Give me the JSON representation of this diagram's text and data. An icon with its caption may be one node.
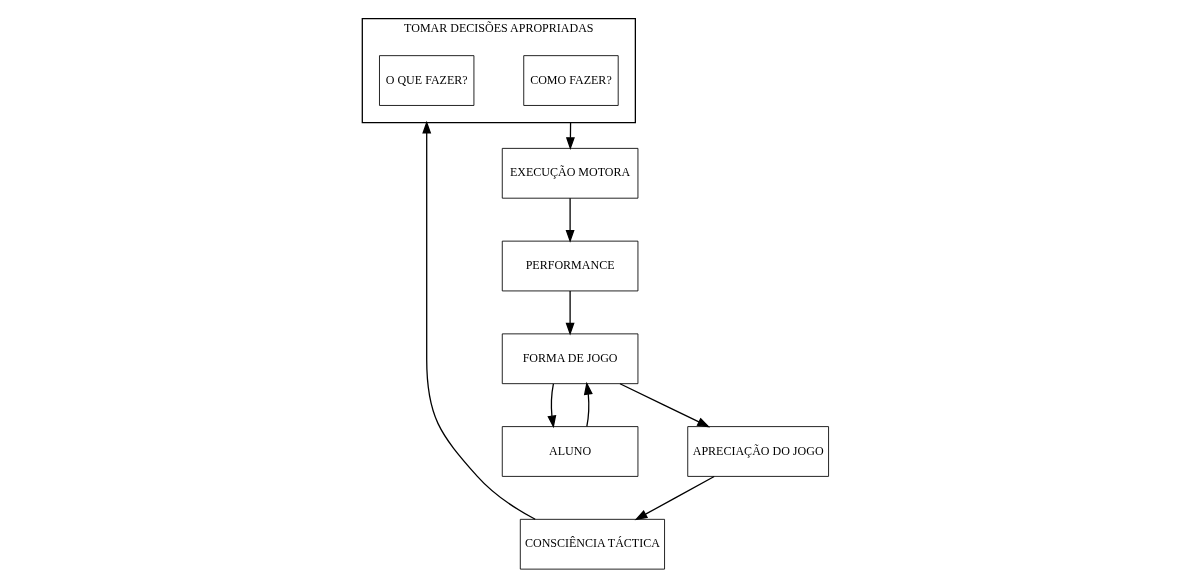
{
  "diagram": {
    "nodes": [
      {
        "text": [
          "FORMA DE JOGO"
        ]
      },
      {
        "text": [
          "ALUNO"
        ]
      },
      {
        "text": [
          "APRECIAÇÃO DO JOGO"
        ]
      },
      {
        "text": [
          "CONSCIÊNCIA TÁCTICA"
        ]
      },
      {
        "text": [
          "TOMAR DECISÕES APROPRIADAS"
        ]
      },
      {
        "text": [
          "O QUE FAZER?"
        ],
        "in": 4
      },
      {
        "text": [
          "COMO FAZER?"
        ],
        "in": 4
      },
      {
        "text": [
          "EXECUÇÃO MOTORA"
        ]
      },
      {
        "text": [
          "PERFORMANCE"
        ]
      }
    ],
    "edges": [
      {
        "from": 0,
        "to": 2,
        "arrow": "to"
      },
      {
        "from": 0,
        "to": 1,
        "arrow": "to"
      },
      {
        "from": 1,
        "to": 0,
        "arrow": "to"
      },
      {
        "from": 2,
        "to": 3,
        "arrow": "to"
      },
      {
        "from": 3,
        "to": 4,
        "arrow": "to"
      },
      {
        "from": 4,
        "to": 7,
        "arrow": "to"
      },
      {
        "from": 7,
        "to": 8,
        "arrow": "to"
      },
      {
        "from": 8,
        "to": 0,
        "arrow": "to"
      }
    ]
  }
}
